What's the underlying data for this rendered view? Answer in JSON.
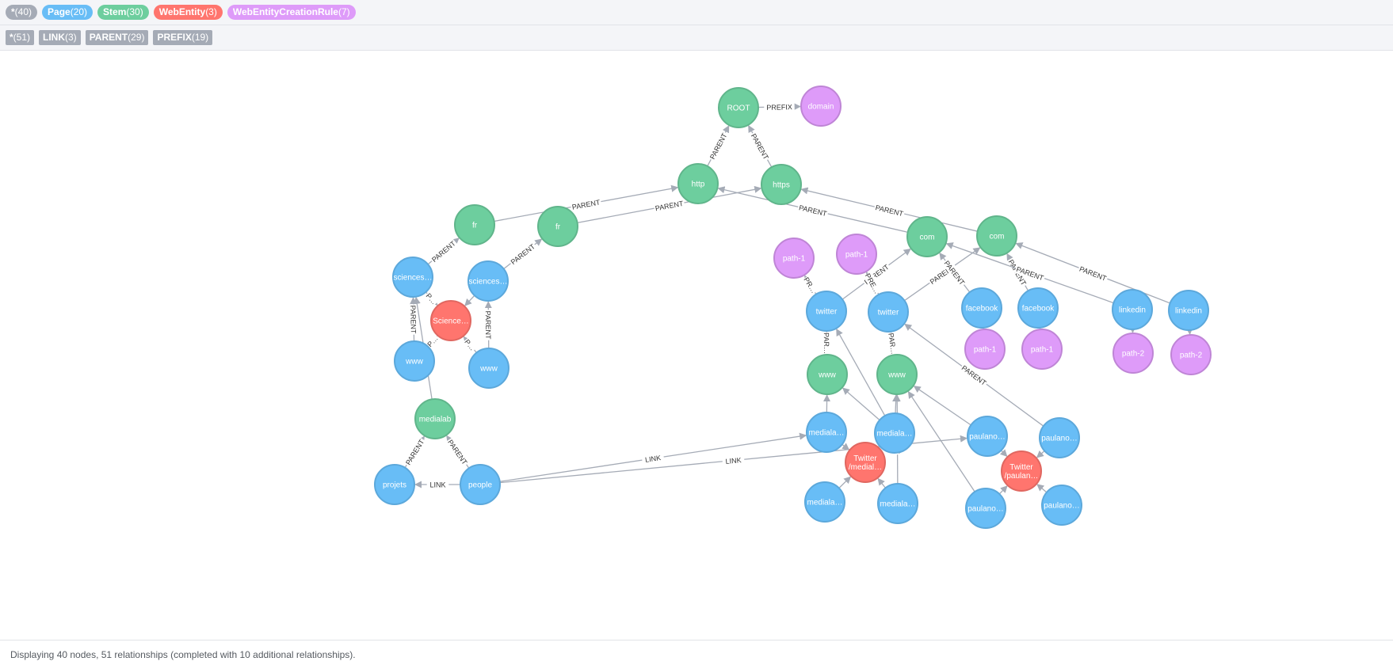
{
  "legend": {
    "labels": [
      {
        "name": "*",
        "count": "(40)",
        "color": "#a5abb6"
      },
      {
        "name": "Page",
        "count": "(20)",
        "color": "#68bdf6"
      },
      {
        "name": "Stem",
        "count": "(30)",
        "color": "#6dce9e"
      },
      {
        "name": "WebEntity",
        "count": "(3)",
        "color": "#ff756e"
      },
      {
        "name": "WebEntityCreationRule",
        "count": "(7)",
        "color": "#de9bf9"
      }
    ],
    "types": [
      {
        "name": "*",
        "count": "(51)"
      },
      {
        "name": "LINK",
        "count": "(3)"
      },
      {
        "name": "PARENT",
        "count": "(29)"
      },
      {
        "name": "PREFIX",
        "count": "(19)"
      }
    ]
  },
  "colors": {
    "Page": {
      "fill": "#68bdf6",
      "stroke": "#5ca8db"
    },
    "Stem": {
      "fill": "#6dce9e",
      "stroke": "#60b58b"
    },
    "WebEntity": {
      "fill": "#ff756e",
      "stroke": "#e06760"
    },
    "WebEntityCreationRule": {
      "fill": "#de9bf9",
      "stroke": "#bf85d6"
    },
    "edge": "#a5abb6"
  },
  "graph": {
    "nodes": [
      {
        "id": "root",
        "label": "ROOT",
        "type": "Stem"
      },
      {
        "id": "domain",
        "label": "domain",
        "type": "WebEntityCreationRule"
      },
      {
        "id": "http",
        "label": "http",
        "type": "Stem"
      },
      {
        "id": "https",
        "label": "https",
        "type": "Stem"
      },
      {
        "id": "fr1",
        "label": "fr",
        "type": "Stem"
      },
      {
        "id": "fr2",
        "label": "fr",
        "type": "Stem"
      },
      {
        "id": "com1",
        "label": "com",
        "type": "Stem"
      },
      {
        "id": "com2",
        "label": "com",
        "type": "Stem"
      },
      {
        "id": "sci1",
        "label": "sciences…",
        "type": "Page"
      },
      {
        "id": "sci2",
        "label": "sciences…",
        "type": "Page"
      },
      {
        "id": "sciEnt",
        "label": "Science…",
        "type": "WebEntity"
      },
      {
        "id": "www1",
        "label": "www",
        "type": "Page"
      },
      {
        "id": "www2",
        "label": "www",
        "type": "Page"
      },
      {
        "id": "medialab",
        "label": "medialab",
        "type": "Stem"
      },
      {
        "id": "projets",
        "label": "projets",
        "type": "Page"
      },
      {
        "id": "people",
        "label": "people",
        "type": "Page"
      },
      {
        "id": "path1a",
        "label": "path-1",
        "type": "WebEntityCreationRule"
      },
      {
        "id": "path1b",
        "label": "path-1",
        "type": "WebEntityCreationRule"
      },
      {
        "id": "tw1",
        "label": "twitter",
        "type": "Page"
      },
      {
        "id": "tw2",
        "label": "twitter",
        "type": "Page"
      },
      {
        "id": "fb1",
        "label": "facebook",
        "type": "Page"
      },
      {
        "id": "fb2",
        "label": "facebook",
        "type": "Page"
      },
      {
        "id": "path1c",
        "label": "path-1",
        "type": "WebEntityCreationRule"
      },
      {
        "id": "path1d",
        "label": "path-1",
        "type": "WebEntityCreationRule"
      },
      {
        "id": "li1",
        "label": "linkedin",
        "type": "Page"
      },
      {
        "id": "li2",
        "label": "linkedin",
        "type": "Page"
      },
      {
        "id": "path2a",
        "label": "path-2",
        "type": "WebEntityCreationRule"
      },
      {
        "id": "path2b",
        "label": "path-2",
        "type": "WebEntityCreationRule"
      },
      {
        "id": "www3",
        "label": "www",
        "type": "Stem"
      },
      {
        "id": "www4",
        "label": "www",
        "type": "Stem"
      },
      {
        "id": "ml1",
        "label": "mediala…",
        "type": "Page"
      },
      {
        "id": "ml2",
        "label": "mediala…",
        "type": "Page"
      },
      {
        "id": "twMed",
        "label": "Twitter /medial…",
        "type": "WebEntity"
      },
      {
        "id": "ml3",
        "label": "mediala…",
        "type": "Page"
      },
      {
        "id": "ml4",
        "label": "mediala…",
        "type": "Page"
      },
      {
        "id": "pa1",
        "label": "paulano…",
        "type": "Page"
      },
      {
        "id": "pa2",
        "label": "paulano…",
        "type": "Page"
      },
      {
        "id": "twPaul",
        "label": "Twitter /paulan…",
        "type": "WebEntity"
      },
      {
        "id": "pa3",
        "label": "paulano…",
        "type": "Page"
      },
      {
        "id": "pa4",
        "label": "paulano…",
        "type": "Page"
      }
    ],
    "edges": [
      {
        "from": "root",
        "to": "domain",
        "label": "PREFIX"
      },
      {
        "from": "http",
        "to": "root",
        "label": "PARENT"
      },
      {
        "from": "https",
        "to": "root",
        "label": "PARENT"
      },
      {
        "from": "fr1",
        "to": "http",
        "label": "PARENT"
      },
      {
        "from": "fr2",
        "to": "https",
        "label": "PARENT"
      },
      {
        "from": "com1",
        "to": "http",
        "label": "PARENT"
      },
      {
        "from": "com2",
        "to": "https",
        "label": "PARENT"
      },
      {
        "from": "sci1",
        "to": "fr1",
        "label": "PARENT"
      },
      {
        "from": "sci2",
        "to": "fr2",
        "label": "PARENT"
      },
      {
        "from": "sci1",
        "to": "sciEnt",
        "label": "P…"
      },
      {
        "from": "sci2",
        "to": "sciEnt",
        "label": ""
      },
      {
        "from": "www1",
        "to": "sci1",
        "label": "PARENT"
      },
      {
        "from": "www1",
        "to": "sciEnt",
        "label": "P…"
      },
      {
        "from": "www2",
        "to": "sci2",
        "label": "PARENT"
      },
      {
        "from": "www2",
        "to": "sciEnt",
        "label": "P…"
      },
      {
        "from": "medialab",
        "to": "sci1",
        "label": ""
      },
      {
        "from": "projets",
        "to": "medialab",
        "label": "PARENT"
      },
      {
        "from": "people",
        "to": "medialab",
        "label": "PARENT"
      },
      {
        "from": "people",
        "to": "projets",
        "label": "LINK"
      },
      {
        "from": "people",
        "to": "ml1",
        "label": "LINK"
      },
      {
        "from": "people",
        "to": "pa1",
        "label": "LINK"
      },
      {
        "from": "tw1",
        "to": "com1",
        "label": "PARENT"
      },
      {
        "from": "tw1",
        "to": "path1a",
        "label": "PR…"
      },
      {
        "from": "tw2",
        "to": "com2",
        "label": "PARENT"
      },
      {
        "from": "tw2",
        "to": "path1b",
        "label": "PRE…"
      },
      {
        "from": "fb1",
        "to": "com1",
        "label": "PARENT"
      },
      {
        "from": "fb1",
        "to": "path1c",
        "label": ""
      },
      {
        "from": "fb2",
        "to": "com2",
        "label": "PARENT"
      },
      {
        "from": "fb2",
        "to": "path1d",
        "label": ""
      },
      {
        "from": "li1",
        "to": "com1",
        "label": "PARENT"
      },
      {
        "from": "li1",
        "to": "path2a",
        "label": ""
      },
      {
        "from": "li2",
        "to": "com2",
        "label": "PARENT"
      },
      {
        "from": "li2",
        "to": "path2b",
        "label": ""
      },
      {
        "from": "www3",
        "to": "tw1",
        "label": "PAR…"
      },
      {
        "from": "www4",
        "to": "tw2",
        "label": "PAR…"
      },
      {
        "from": "ml1",
        "to": "www3",
        "label": ""
      },
      {
        "from": "ml1",
        "to": "twMed",
        "label": ""
      },
      {
        "from": "ml2",
        "to": "www4",
        "label": ""
      },
      {
        "from": "ml2",
        "to": "www3",
        "label": ""
      },
      {
        "from": "ml2",
        "to": "tw1",
        "label": ""
      },
      {
        "from": "ml3",
        "to": "twMed",
        "label": ""
      },
      {
        "from": "ml4",
        "to": "twMed",
        "label": ""
      },
      {
        "from": "ml4",
        "to": "www4",
        "label": "PARENT"
      },
      {
        "from": "pa1",
        "to": "www4",
        "label": ""
      },
      {
        "from": "pa1",
        "to": "twPaul",
        "label": ""
      },
      {
        "from": "pa2",
        "to": "tw2",
        "label": "PARENT"
      },
      {
        "from": "pa2",
        "to": "twPaul",
        "label": ""
      },
      {
        "from": "pa3",
        "to": "twPaul",
        "label": ""
      },
      {
        "from": "pa3",
        "to": "www4",
        "label": ""
      },
      {
        "from": "pa4",
        "to": "twPaul",
        "label": ""
      }
    ]
  },
  "footer": {
    "status": "Displaying 40 nodes, 51 relationships (completed with 10 additional relationships)."
  }
}
